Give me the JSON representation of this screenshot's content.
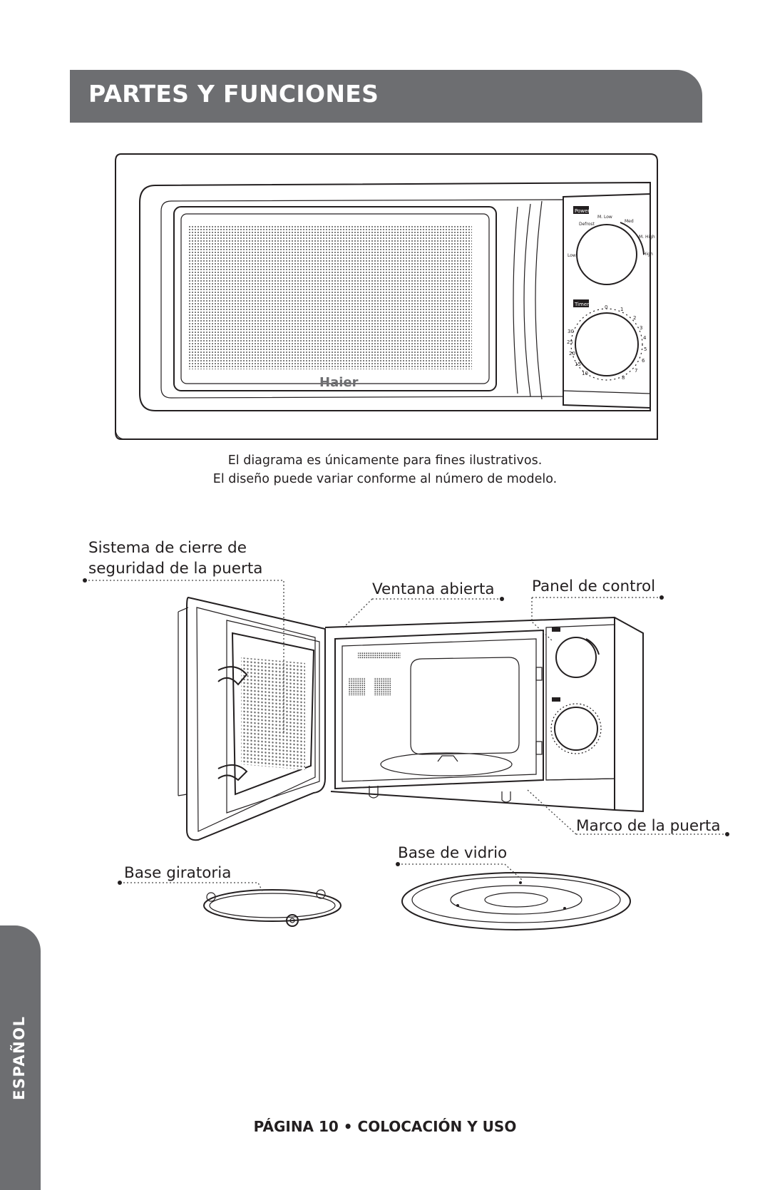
{
  "header": {
    "title": "PARTES Y FUNCIONES"
  },
  "top_diagram": {
    "brand": "Haier",
    "power_label": "Power",
    "timer_label": "Timer",
    "power_settings": [
      "Defrost",
      "M. Low",
      "Med",
      "M. High",
      "High",
      "Low"
    ],
    "timer_numbers": [
      "0",
      "1",
      "2",
      "3",
      "4",
      "5",
      "6",
      "7",
      "8",
      "10",
      "15",
      "20",
      "25",
      "30"
    ]
  },
  "caption": {
    "line1": "El diagrama es únicamente para fines ilustrativos.",
    "line2": "El diseño puede variar conforme al número de modelo."
  },
  "labels": {
    "door_lock_line1": "Sistema de cierre de",
    "door_lock_line2": "seguridad de la puerta",
    "open_window": "Ventana abierta",
    "control_panel": "Panel de control",
    "door_frame": "Marco de la puerta",
    "glass_base": "Base de vidrio",
    "turntable": "Base giratoria"
  },
  "side_tab": {
    "text": "ESPAÑOL"
  },
  "footer": {
    "text": "PÁGINA 10 • COLOCACIÓN Y USO"
  }
}
